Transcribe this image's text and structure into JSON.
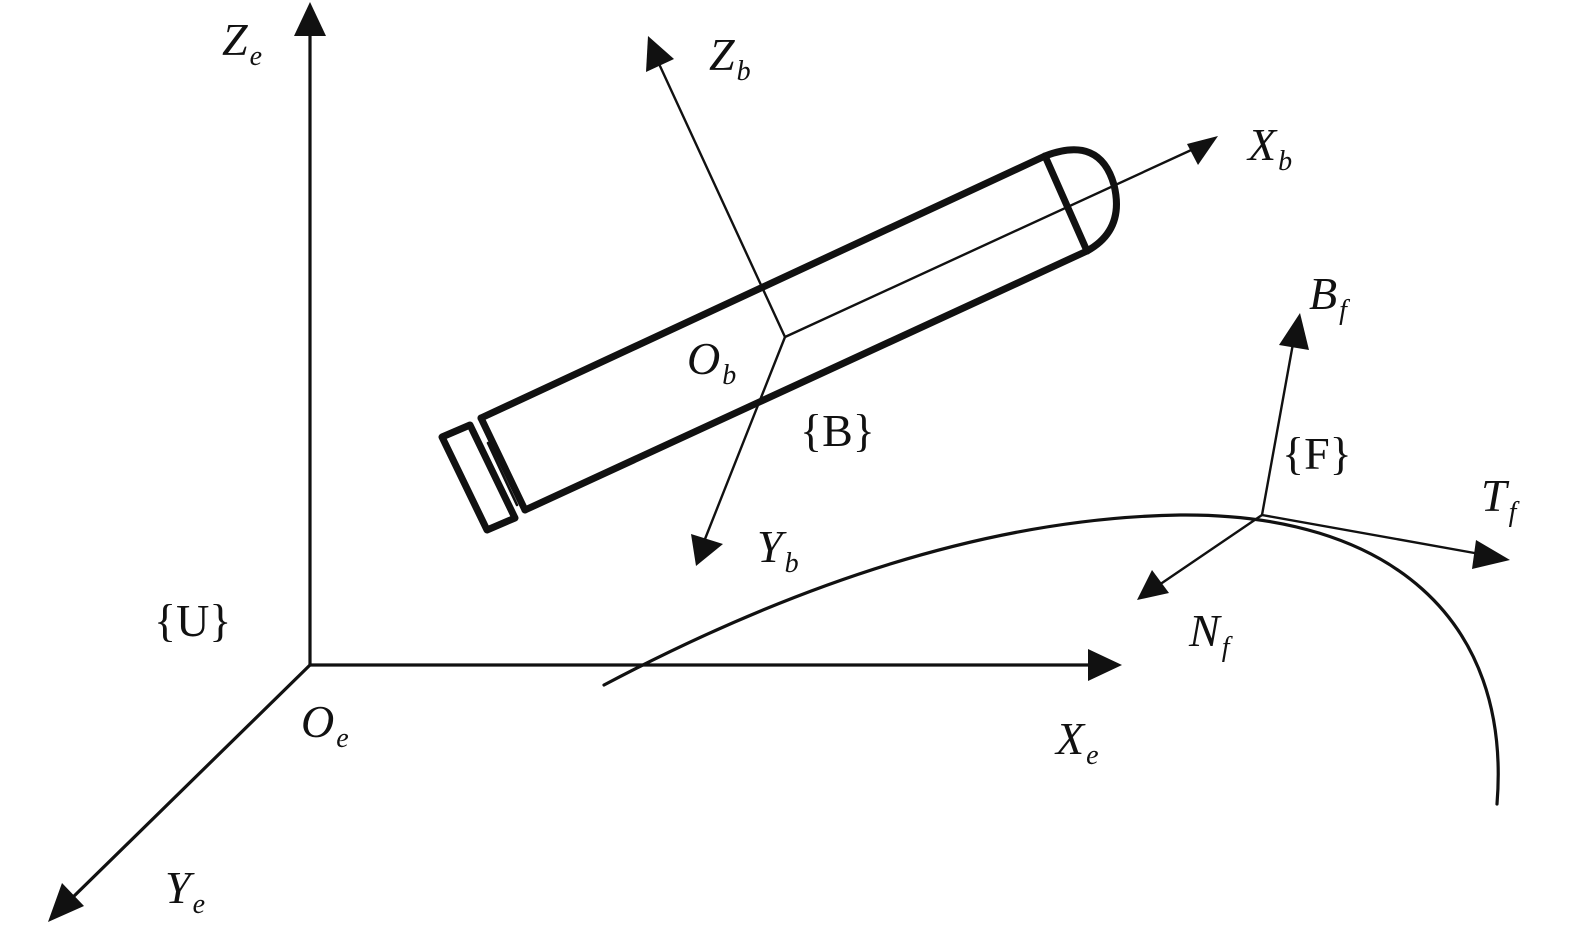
{
  "diagram": {
    "earth_frame": {
      "label": "{U}",
      "origin": {
        "main": "O",
        "sub": "e"
      },
      "axis_x": {
        "main": "X",
        "sub": "e"
      },
      "axis_y": {
        "main": "Y",
        "sub": "e"
      },
      "axis_z": {
        "main": "Z",
        "sub": "e"
      }
    },
    "body_frame": {
      "label": "{B}",
      "origin": {
        "main": "O",
        "sub": "b"
      },
      "axis_x": {
        "main": "X",
        "sub": "b"
      },
      "axis_y": {
        "main": "Y",
        "sub": "b"
      },
      "axis_z": {
        "main": "Z",
        "sub": "b"
      }
    },
    "path_frame": {
      "label": "{F}",
      "axis_t": {
        "main": "T",
        "sub": "f"
      },
      "axis_n": {
        "main": "N",
        "sub": "f"
      },
      "axis_b": {
        "main": "B",
        "sub": "f"
      }
    },
    "colors": {
      "stroke": "#111111",
      "background": "#ffffff"
    }
  }
}
